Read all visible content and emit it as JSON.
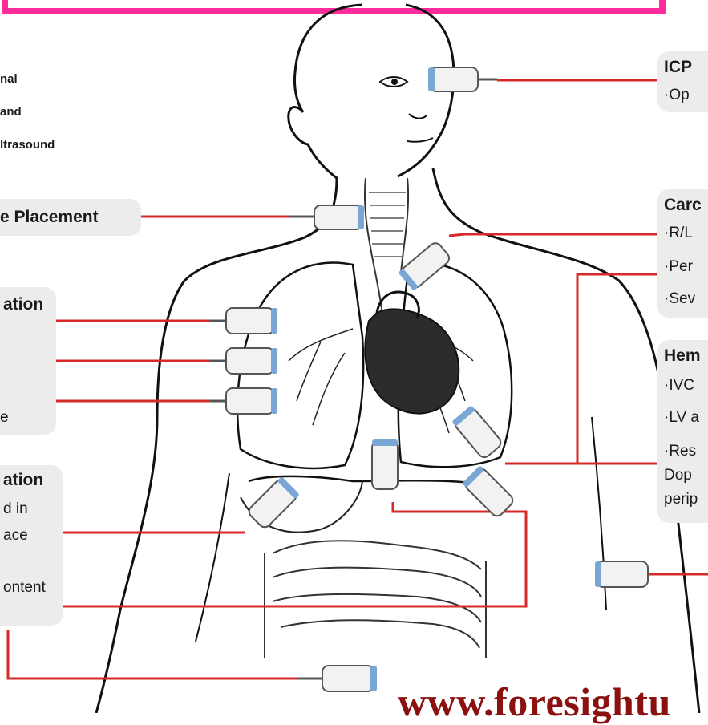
{
  "legend": {
    "items": [
      "nal",
      "and",
      "ltrasound"
    ]
  },
  "left_panels": {
    "placement": {
      "title": "e Placement"
    },
    "lung": {
      "title": "ation",
      "items": [
        "e"
      ]
    },
    "abdomen": {
      "title": "ation",
      "items": [
        "d in",
        "ace",
        "ontent"
      ]
    }
  },
  "right_panels": {
    "icp": {
      "title": "ICP",
      "items": [
        "·Op"
      ]
    },
    "cardiac": {
      "title": "Carc",
      "items": [
        "·R/L",
        "·Per",
        "·Sev"
      ]
    },
    "hemo": {
      "title": "Hem",
      "items": [
        "·IVC",
        "·LV a",
        "·Res",
        "Dop",
        "perip"
      ]
    }
  },
  "watermark": "www.foresightu",
  "colors": {
    "connector": "#d62a2a",
    "frame": "#ff2d9b",
    "panel": "#ececec",
    "probe_tip": "#7aa6d6"
  }
}
